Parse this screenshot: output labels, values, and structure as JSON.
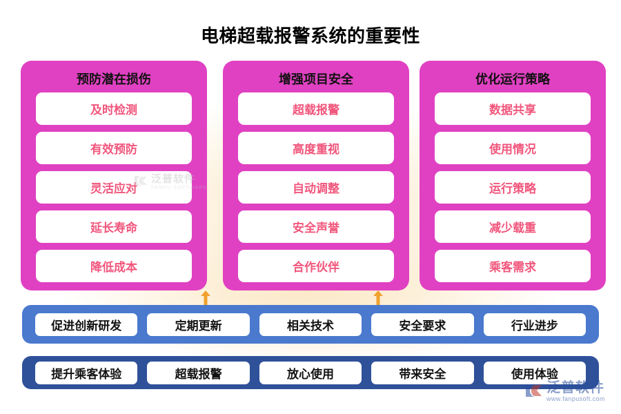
{
  "page": {
    "title": "电梯超载报警系统的重要性",
    "background_color": "#FFFFFF",
    "glow_color": "#FAE2BA"
  },
  "theme": {
    "pink": "#E041C2",
    "pink_card_text": "#F1567C",
    "blue_row1": "#4A79CE",
    "blue_row2": "#2F5199",
    "arrow": "#F0A22E",
    "title_text": "#000000"
  },
  "columns": [
    {
      "title": "预防潜在损伤",
      "items": [
        "及时检测",
        "有效预防",
        "灵活应对",
        "延长寿命",
        "降低成本"
      ]
    },
    {
      "title": "增强项目安全",
      "items": [
        "超载报警",
        "高度重视",
        "自动调整",
        "安全声誉",
        "合作伙伴"
      ]
    },
    {
      "title": "优化运行策略",
      "items": [
        "数据共享",
        "使用情况",
        "运行策略",
        "减少载重",
        "乘客需求"
      ]
    }
  ],
  "connectors": [
    {
      "name": "double-arrow-1",
      "direction": "vertical-both"
    },
    {
      "name": "double-arrow-2",
      "direction": "vertical-both"
    }
  ],
  "bottom_bars": [
    {
      "name": "bar-innovation",
      "color": "#4A79CE",
      "chips": [
        "促进创新研发",
        "定期更新",
        "相关技术",
        "安全要求",
        "行业进步"
      ]
    },
    {
      "name": "bar-experience",
      "color": "#2F5199",
      "chips": [
        "提升乘客体验",
        "超载报警",
        "放心使用",
        "带来安全",
        "使用体验"
      ]
    }
  ],
  "watermarks": {
    "center": {
      "cn": "泛普软件",
      "en": "FANPU SOFTWARE"
    },
    "corner": {
      "cn": "泛普软件",
      "en": "www.fanpusoft.com"
    }
  }
}
